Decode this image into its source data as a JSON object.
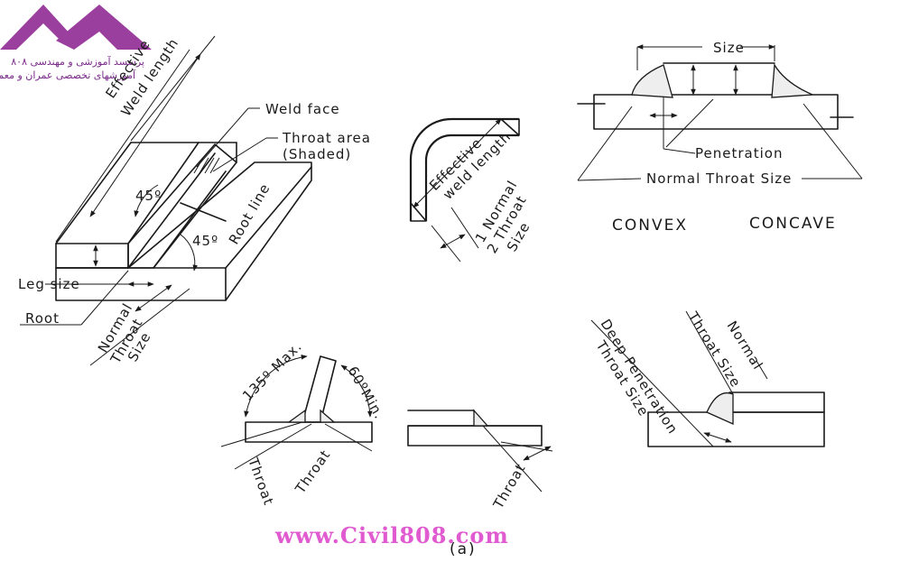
{
  "logo": {
    "line1": "پرسسد آموزشی و مهندسی ۸۰۸",
    "line2": "آموزشهای تخصصی عمران و معماری",
    "color": "#9b3f9f"
  },
  "watermark": {
    "text": "www.Civil808.com",
    "color": "#e05ad0"
  },
  "figure_label": "(a)",
  "fillet": {
    "effective": "Effective",
    "weld_length": "Weld length",
    "weld_face": "Weld face",
    "throat_area": "Throat area",
    "shaded": "(Shaded)",
    "root_line": "Root line",
    "angle1": "45º",
    "angle2": "45º",
    "leg_size": "Leg size",
    "root": "Root",
    "normal": "Normal",
    "throat": "Throat",
    "size": "Size"
  },
  "corner": {
    "effective": "Effective",
    "weld_length": "weld length",
    "half_normal": "1 Normal",
    "half_throat": "2 Throat",
    "size": "Size"
  },
  "butt": {
    "size": "Size",
    "penetration": "Penetration",
    "normal_throat_size": "Normal Throat Size",
    "convex": "CONVEX",
    "concave": "CONCAVE"
  },
  "angles": {
    "max": "135º Max.",
    "min": "60ºMin.",
    "throat_left": "Throat",
    "throat_right": "Throat"
  },
  "lap": {
    "throat": "Throat"
  },
  "deep": {
    "deep_penetration": "Deep Penetration",
    "throat_size": "Throat Size",
    "normal": "Normal",
    "normal_throat_size": "Throat Size"
  }
}
